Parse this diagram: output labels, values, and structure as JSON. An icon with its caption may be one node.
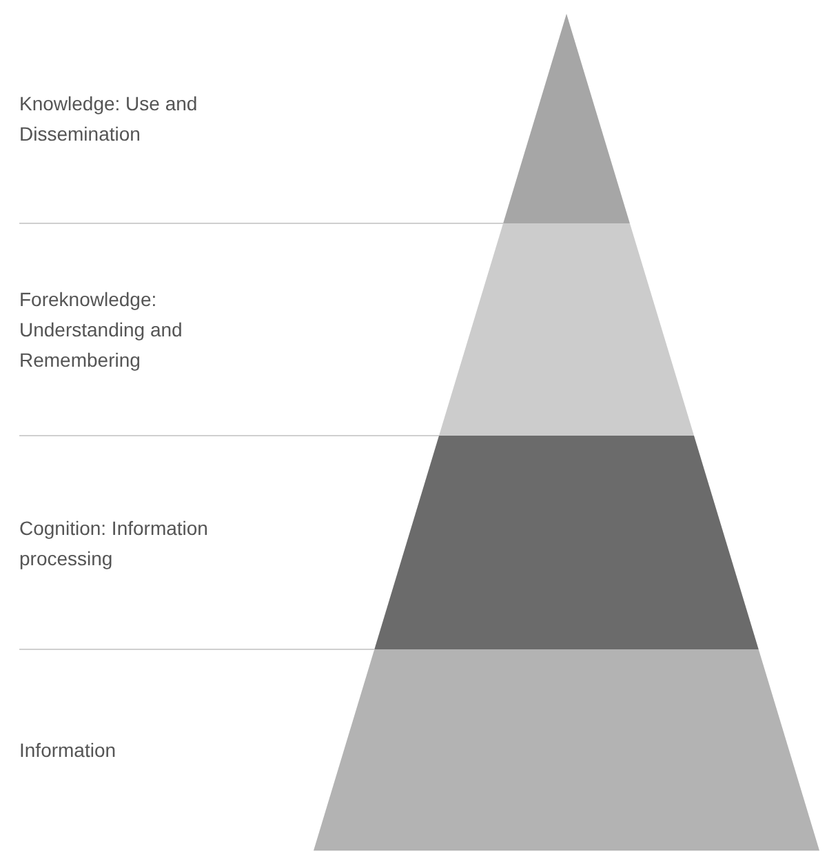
{
  "diagram": {
    "nodes": [
      {
        "text": [],
        "shape": "bar"
      },
      {
        "text": [],
        "shape": "bar"
      },
      {
        "text": [],
        "shape": "bar"
      },
      {
        "text": [],
        "shape": "bar"
      }
    ],
    "labels": [
      "Knowledge: Use and Dissemination",
      "Foreknowledge: Understanding and Remembering",
      "Cognition: Information processing",
      "Information"
    ]
  }
}
